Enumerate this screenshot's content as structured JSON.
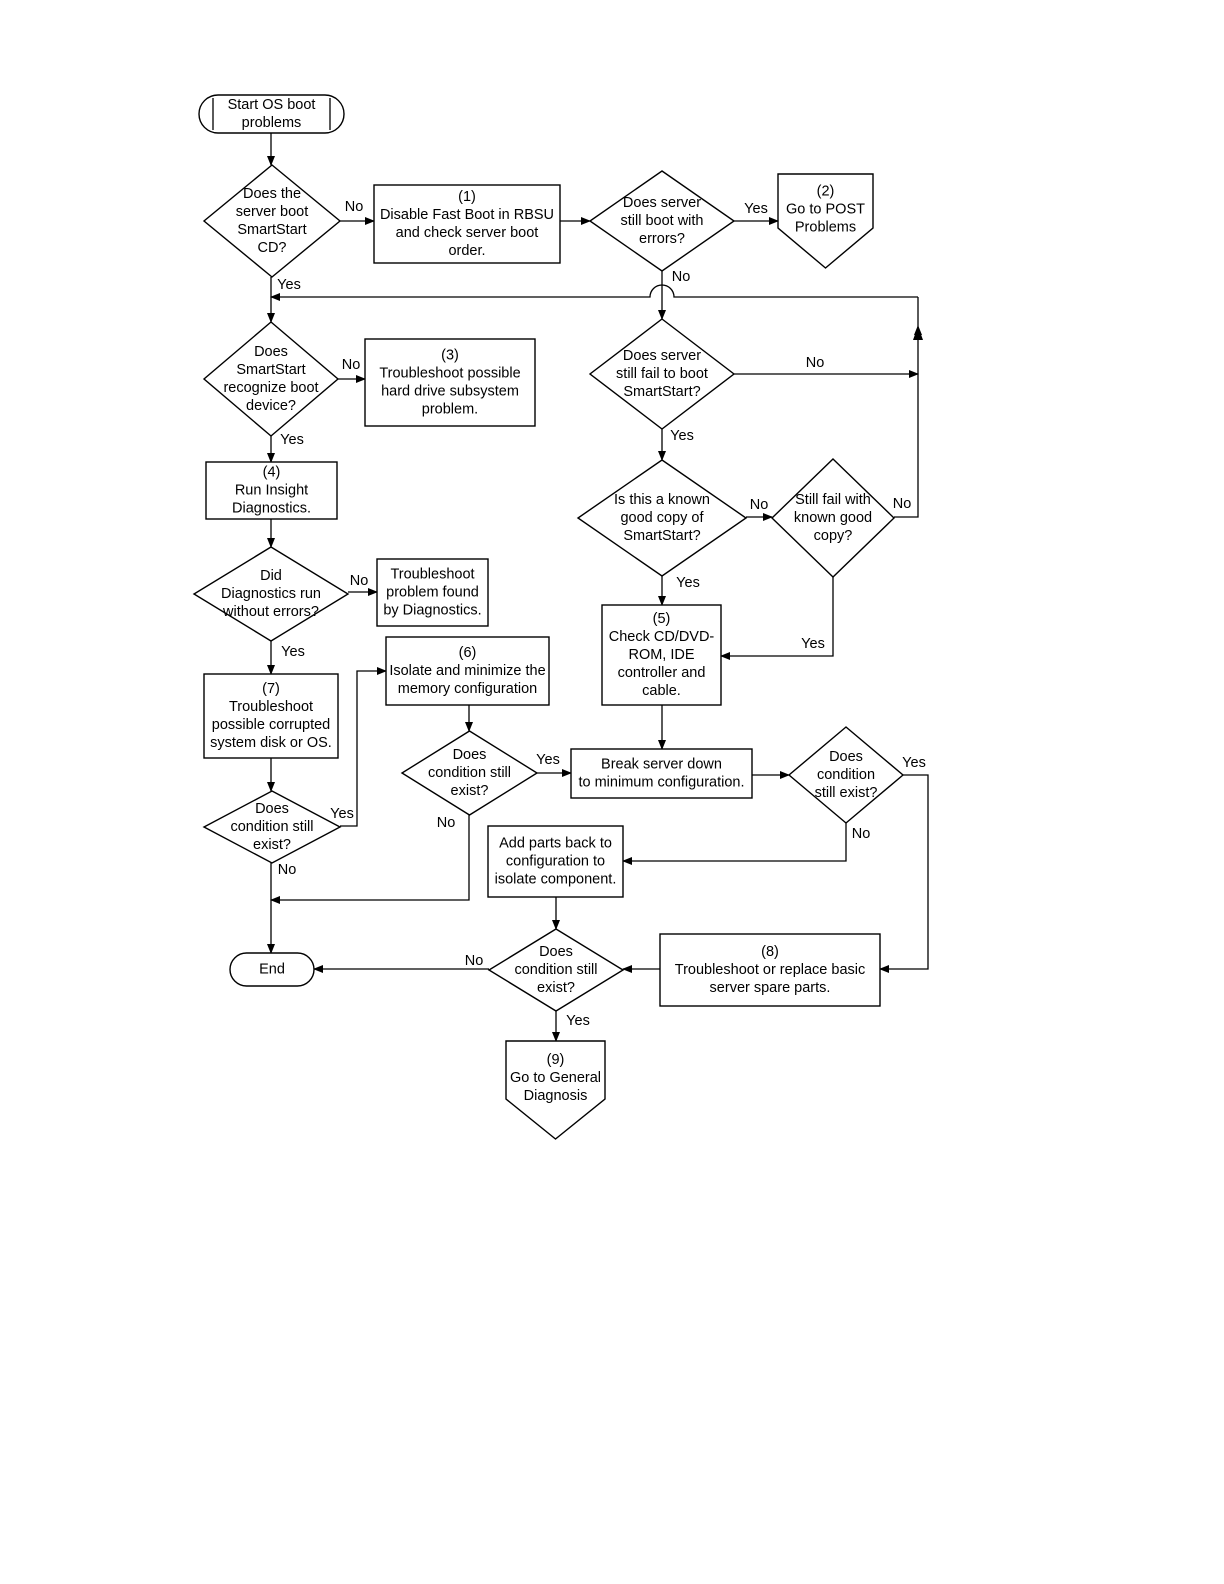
{
  "nodes": {
    "start": {
      "shape": "terminator",
      "lines": [
        "Start OS boot",
        "problems"
      ]
    },
    "q_boot_cd": {
      "shape": "decision",
      "lines": [
        "Does the",
        "server boot",
        "SmartStart",
        "CD?"
      ]
    },
    "p1": {
      "shape": "process",
      "lines": [
        "(1)",
        "Disable Fast Boot in RBSU",
        "and check server boot",
        "order."
      ]
    },
    "q_still_errors": {
      "shape": "decision",
      "lines": [
        "Does server",
        "still boot with",
        "errors?"
      ]
    },
    "p2": {
      "shape": "offpage",
      "lines": [
        "(2)",
        "Go to POST",
        "Problems"
      ]
    },
    "q_recognize": {
      "shape": "decision",
      "lines": [
        "Does",
        "SmartStart",
        "recognize boot",
        "device?"
      ]
    },
    "p3": {
      "shape": "process",
      "lines": [
        "(3)",
        "Troubleshoot possible",
        "hard drive subsystem",
        "problem."
      ]
    },
    "q_fail_smartstart": {
      "shape": "decision",
      "lines": [
        "Does server",
        "still fail to boot",
        "SmartStart?"
      ]
    },
    "p4": {
      "shape": "process",
      "lines": [
        "(4)",
        "Run Insight",
        "Diagnostics."
      ]
    },
    "q_known_copy": {
      "shape": "decision",
      "lines": [
        "Is this a known",
        "good copy of",
        "SmartStart?"
      ]
    },
    "q_still_fail_known": {
      "shape": "decision",
      "lines": [
        "Still fail with",
        "known good",
        "copy?"
      ]
    },
    "q_diag_errors": {
      "shape": "decision",
      "lines": [
        "Did",
        "Diagnostics run",
        "without errors?"
      ]
    },
    "p_diag_found": {
      "shape": "process",
      "lines": [
        "Troubleshoot",
        "problem found",
        "by Diagnostics."
      ]
    },
    "p5": {
      "shape": "process",
      "lines": [
        "(5)",
        "Check CD/DVD-",
        "ROM, IDE",
        "controller and",
        "cable."
      ]
    },
    "p6": {
      "shape": "process",
      "lines": [
        "(6)",
        "Isolate and minimize the",
        "memory configuration"
      ]
    },
    "p7": {
      "shape": "process",
      "lines": [
        "(7)",
        "Troubleshoot",
        "possible corrupted",
        "system disk or OS."
      ]
    },
    "q_cond_6": {
      "shape": "decision",
      "lines": [
        "Does",
        "condition still",
        "exist?"
      ]
    },
    "p_break": {
      "shape": "process",
      "lines": [
        "Break server down",
        "to minimum configuration."
      ]
    },
    "q_cond_break": {
      "shape": "decision",
      "lines": [
        "Does",
        "condition",
        "still exist?"
      ]
    },
    "q_cond_7": {
      "shape": "decision",
      "lines": [
        "Does",
        "condition still",
        "exist?"
      ]
    },
    "p_add": {
      "shape": "process",
      "lines": [
        "Add parts back to",
        "configuration to",
        "isolate component."
      ]
    },
    "end": {
      "shape": "terminator",
      "lines": [
        "End"
      ]
    },
    "q_cond_add": {
      "shape": "decision",
      "lines": [
        "Does",
        "condition still",
        "exist?"
      ]
    },
    "p8": {
      "shape": "process",
      "lines": [
        "(8)",
        "Troubleshoot or replace basic",
        "server spare parts."
      ]
    },
    "p9": {
      "shape": "offpage",
      "lines": [
        "(9)",
        "Go to General",
        "Diagnosis"
      ]
    }
  },
  "edges": [
    {
      "from": "start",
      "to": "q_boot_cd",
      "label": ""
    },
    {
      "from": "q_boot_cd",
      "to": "p1",
      "label": "No"
    },
    {
      "from": "p1",
      "to": "q_still_errors",
      "label": ""
    },
    {
      "from": "q_still_errors",
      "to": "p2",
      "label": "Yes"
    },
    {
      "from": "q_still_errors",
      "to": "q_fail_smartstart",
      "label": "No"
    },
    {
      "from": "q_boot_cd",
      "to": "q_recognize",
      "label": "Yes"
    },
    {
      "from": "q_recognize",
      "to": "p3",
      "label": "No"
    },
    {
      "from": "q_recognize",
      "to": "p4",
      "label": "Yes"
    },
    {
      "from": "q_fail_smartstart",
      "to": "q_recognize",
      "label": "No"
    },
    {
      "from": "q_fail_smartstart",
      "to": "q_known_copy",
      "label": "Yes"
    },
    {
      "from": "q_known_copy",
      "to": "q_still_fail_known",
      "label": "No"
    },
    {
      "from": "q_still_fail_known",
      "to": "q_recognize",
      "label": "No"
    },
    {
      "from": "q_known_copy",
      "to": "p5",
      "label": "Yes"
    },
    {
      "from": "q_still_fail_known",
      "to": "p5",
      "label": "Yes"
    },
    {
      "from": "p4",
      "to": "q_diag_errors",
      "label": ""
    },
    {
      "from": "q_diag_errors",
      "to": "p_diag_found",
      "label": "No"
    },
    {
      "from": "q_diag_errors",
      "to": "p7",
      "label": "Yes"
    },
    {
      "from": "p7",
      "to": "q_cond_7",
      "label": ""
    },
    {
      "from": "q_cond_7",
      "to": "p6",
      "label": "Yes"
    },
    {
      "from": "q_cond_7",
      "to": "end",
      "label": "No"
    },
    {
      "from": "p6",
      "to": "q_cond_6",
      "label": ""
    },
    {
      "from": "q_cond_6",
      "to": "p_break",
      "label": "Yes"
    },
    {
      "from": "q_cond_6",
      "to": "end",
      "label": "No"
    },
    {
      "from": "p5",
      "to": "p_break",
      "label": ""
    },
    {
      "from": "p_break",
      "to": "q_cond_break",
      "label": ""
    },
    {
      "from": "q_cond_break",
      "to": "p8",
      "label": "Yes"
    },
    {
      "from": "q_cond_break",
      "to": "p_add",
      "label": "No"
    },
    {
      "from": "p_add",
      "to": "q_cond_add",
      "label": ""
    },
    {
      "from": "p8",
      "to": "q_cond_add",
      "label": ""
    },
    {
      "from": "q_cond_add",
      "to": "end",
      "label": "No"
    },
    {
      "from": "q_cond_add",
      "to": "p9",
      "label": "Yes"
    }
  ]
}
